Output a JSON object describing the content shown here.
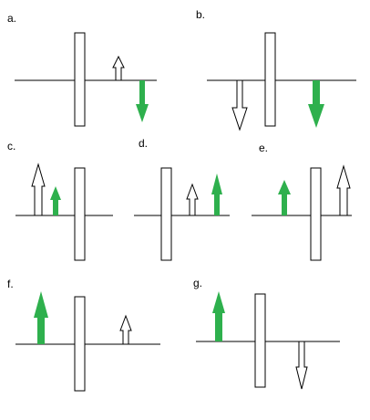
{
  "colors": {
    "background": "#ffffff",
    "line": "#000000",
    "object_arrow_fill": "#ffffff",
    "image_arrow_fill": "#2eb04d"
  },
  "panels": [
    {
      "label": "a."
    },
    {
      "label": "b."
    },
    {
      "label": "c."
    },
    {
      "label": "d."
    },
    {
      "label": "e."
    },
    {
      "label": "f."
    },
    {
      "label": "g."
    }
  ]
}
